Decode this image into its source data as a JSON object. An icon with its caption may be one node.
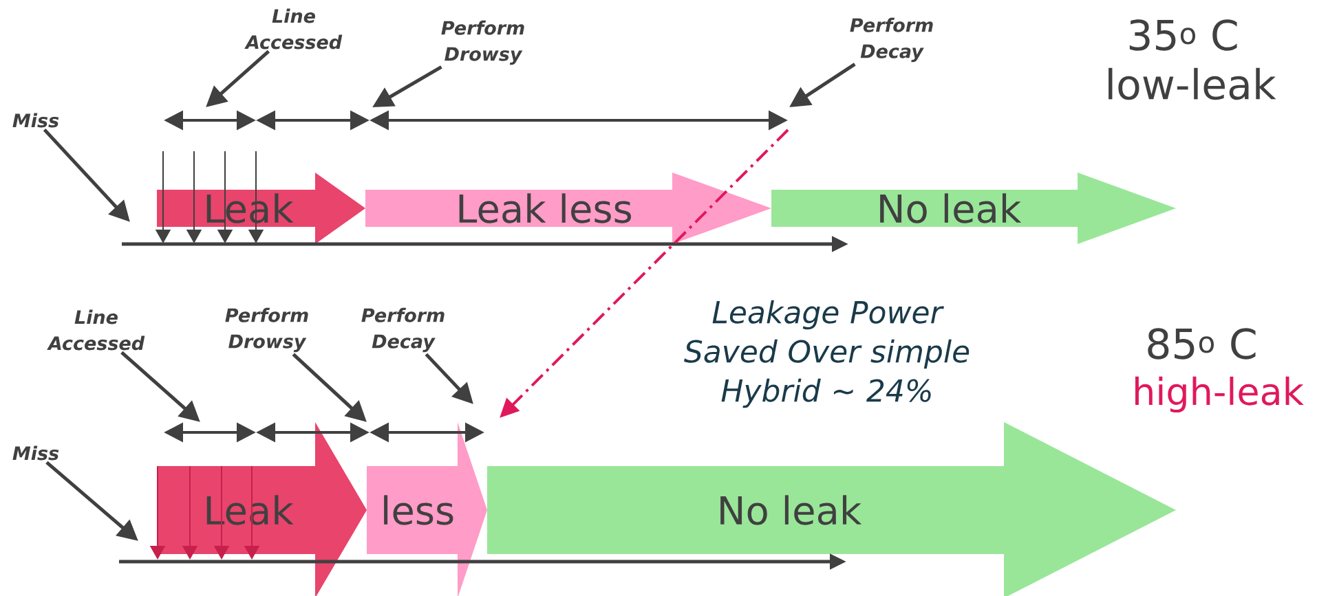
{
  "diagram": {
    "nodes": [
      {
        "text": [
          "Line Accessed"
        ]
      },
      {
        "text": [
          "Perform Drowsy"
        ]
      },
      {
        "text": [
          "Perform Decay"
        ]
      },
      {
        "text": [
          "Miss"
        ]
      },
      {
        "text": [
          "Leak"
        ]
      },
      {
        "text": [
          "Leak less"
        ]
      },
      {
        "text": [
          "No leak"
        ]
      },
      {
        "text": [
          "Line Accessed"
        ]
      },
      {
        "text": [
          "Perform Drowsy"
        ]
      },
      {
        "text": [
          "Perform Decay"
        ]
      },
      {
        "text": [
          "Miss"
        ]
      },
      {
        "text": [
          "Leak"
        ]
      },
      {
        "text": [
          "less"
        ]
      },
      {
        "text": [
          "No leak"
        ]
      }
    ],
    "edges": [
      {
        "from": 0,
        "to": null,
        "arrow": "to"
      },
      {
        "from": 1,
        "to": null,
        "arrow": "to"
      },
      {
        "from": 2,
        "to": null,
        "arrow": "to"
      },
      {
        "from": 3,
        "to": null,
        "arrow": "to"
      },
      {
        "from": 7,
        "to": null,
        "arrow": "to"
      },
      {
        "from": 8,
        "to": null,
        "arrow": "to"
      },
      {
        "from": 9,
        "to": null,
        "arrow": "to"
      },
      {
        "from": 10,
        "to": null,
        "arrow": "to"
      }
    ],
    "labels": [
      "35$^{o}$ C",
      "low-leak",
      "85$^{o}$ C",
      "high-leak",
      "Leakage Power Saved Over simple Hybrid ~ 24%"
    ]
  }
}
